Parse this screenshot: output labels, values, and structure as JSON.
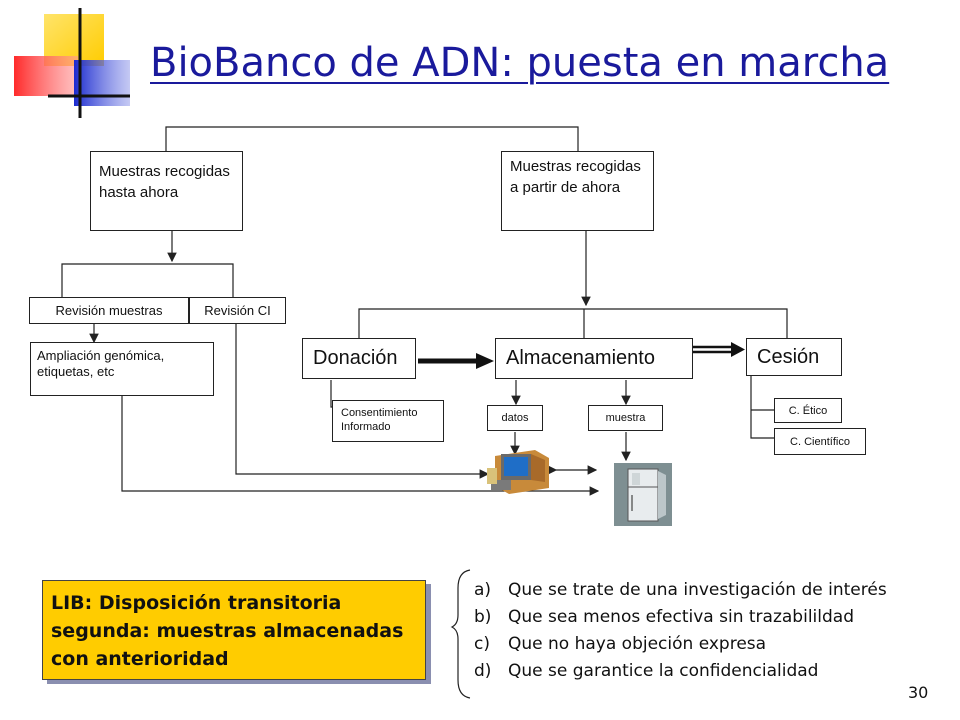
{
  "title": "BioBanco de ADN: puesta en marcha",
  "boxes": {
    "prev_samples": "Muestras recogidas hasta ahora",
    "new_samples": "Muestras recogidas a partir de ahora",
    "rev_muestras": "Revisión muestras",
    "rev_ci": "Revisión CI",
    "ampliacion": "Ampliación genómica, etiquetas, etc",
    "donacion": "Donación",
    "almacenamiento": "Almacenamiento",
    "cesion": "Cesión",
    "consentimiento": "Consentimiento Informado",
    "datos": "datos",
    "muestra": "muestra",
    "c_etico": "C. Ético",
    "c_cientifico": "C. Científico"
  },
  "icons": [
    "computer-icon",
    "refrigerator-icon"
  ],
  "lib_box": "LIB: Disposición transitoria segunda: muestras almacenadas con anterioridad",
  "list": [
    {
      "marker": "a)",
      "text": "Que se trate de una investigación de interés"
    },
    {
      "marker": "b)",
      "text": "Que sea menos efectiva sin trazabilildad"
    },
    {
      "marker": "c)",
      "text": "Que no haya objeción expresa"
    },
    {
      "marker": "d)",
      "text": "Que se garantice la confidencialidad"
    }
  ],
  "page_number": "30",
  "colors": {
    "title": "#1a1a9c",
    "lib_box": "#ffcc00",
    "deco_yellow": "#ffd21f",
    "deco_red": "#ff3030",
    "deco_blue": "#2233cc"
  }
}
